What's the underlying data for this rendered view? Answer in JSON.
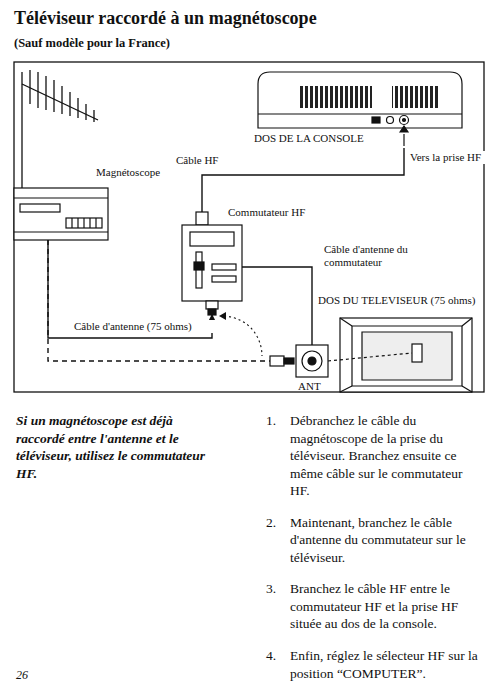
{
  "diagram": {
    "title": "Téléviseur raccordé à un magnétoscope",
    "nodes": [
      {
        "text": [
          "Magnétoscope"
        ]
      },
      {
        "text": [
          "Commutateur HF"
        ]
      },
      {
        "text": [
          "DOS DE LA CONSOLE"
        ]
      },
      {
        "text": [
          "DOS DU TELEVISEUR (75 ohms)"
        ]
      },
      {
        "text": [
          "ANT"
        ]
      }
    ],
    "edges": [
      {
        "from": 1,
        "to": 2,
        "label": "Câble HF",
        "arrow": "none"
      },
      {
        "from": 0,
        "to": 1,
        "label": "Câble d'antenne (75 ohms)",
        "arrow": "to"
      },
      {
        "from": 1,
        "to": 4,
        "label": "Câble d'antenne du commutateur",
        "arrow": "none"
      },
      {
        "from": 0,
        "to": 4,
        "arrow": "none"
      }
    ],
    "labels": [
      "(Sauf modèle pour la France)",
      "Vers la prise HF",
      "Si un magnétoscope est déjà raccordé entre l'antenne et le téléviseur, utilisez le commutateur HF.",
      "1.",
      "Débranchez le câble du magnétoscope de la prise du téléviseur. Branchez ensuite ce même câble sur le commutateur HF.",
      "2.",
      "Maintenant, branchez le câble d'antenne du commutateur sur le téléviseur.",
      "3.",
      "Branchez le câble HF entre le commutateur HF et la prise HF située au dos de la console.",
      "4.",
      "Enfin, réglez le sélecteur HF sur la position “COMPUTER”.",
      "26"
    ]
  }
}
